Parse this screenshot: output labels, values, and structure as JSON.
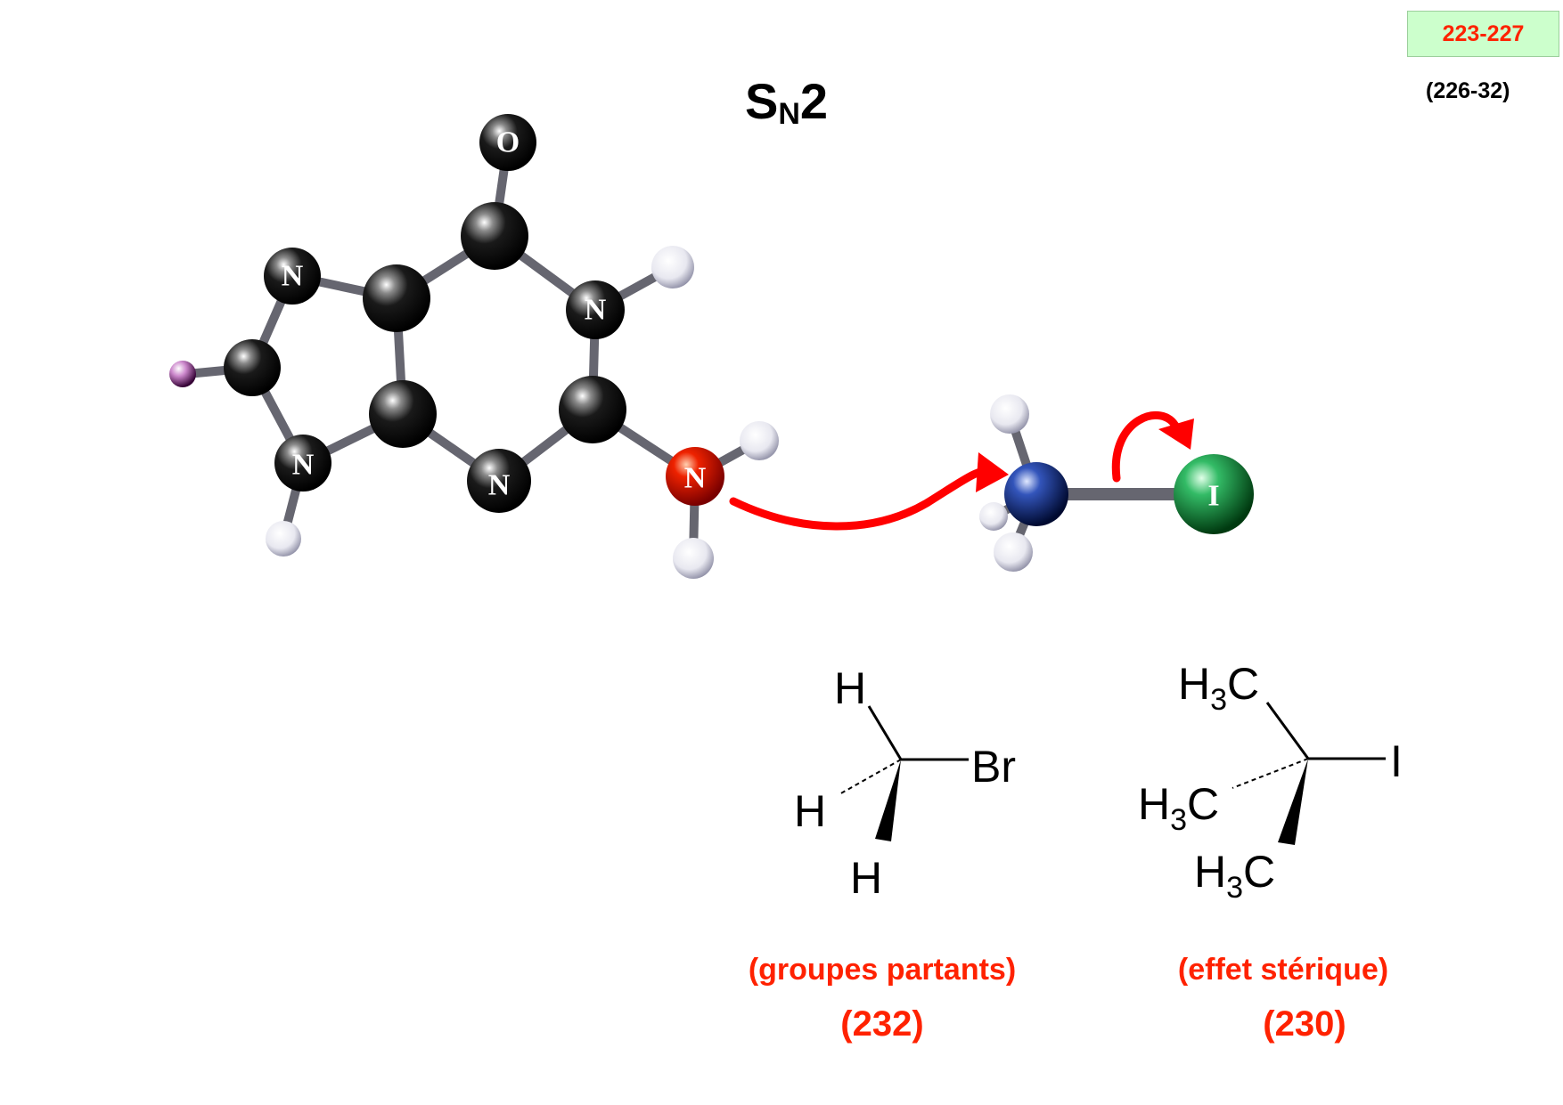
{
  "header": {
    "badge": "223-227",
    "reference": "(226-32)",
    "title_main": "S",
    "title_subscript": "N",
    "title_suffix": "2"
  },
  "molecule_3d": {
    "atom_labels": {
      "o": "O",
      "n_five_top": "N",
      "n_five_bottom": "N",
      "n_ring_top": "N",
      "n_ring_bottom": "N",
      "n_amino": "N",
      "iodine": "I"
    },
    "colors": {
      "carbon_nitrogen": "#111111",
      "hydrogen": "#ffffff",
      "nucleophile_nitrogen": "#dd1100",
      "methyl_carbon": "#2244aa",
      "iodine": "#22aa55",
      "arrow": "#ff0000"
    }
  },
  "structures": {
    "left": {
      "h_top": "H",
      "h_left": "H",
      "h_bottom": "H",
      "leaving_group": "Br",
      "caption": "(groupes partants)",
      "number": "(232)"
    },
    "right": {
      "methyl_main": "H",
      "methyl_sub": "3",
      "methyl_c": "C",
      "leaving_group": "I",
      "caption": "(effet stérique)",
      "number": "(230)"
    }
  }
}
